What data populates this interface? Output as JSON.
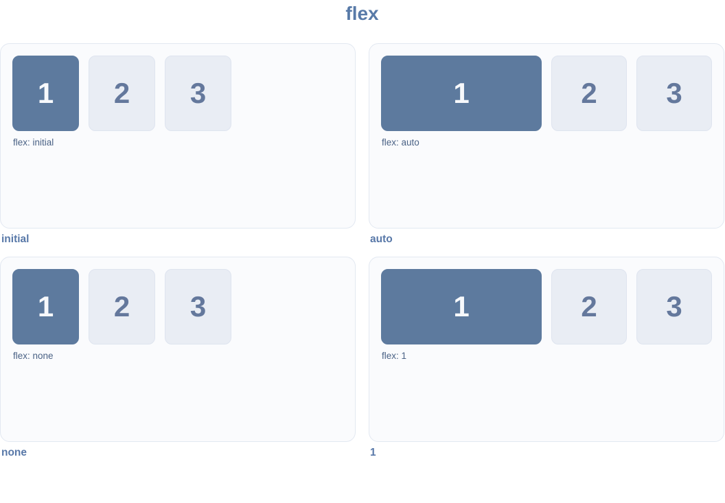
{
  "title": "flex",
  "panels": [
    {
      "caption": "flex: initial",
      "label": "initial",
      "items": [
        "1",
        "2",
        "3"
      ]
    },
    {
      "caption": "flex: auto",
      "label": "auto",
      "items": [
        "1",
        "2",
        "3"
      ]
    },
    {
      "caption": "flex: none",
      "label": "none",
      "items": [
        "1",
        "2",
        "3"
      ]
    },
    {
      "caption": "flex: 1",
      "label": "1",
      "items": [
        "1",
        "2",
        "3"
      ]
    }
  ],
  "colors": {
    "title": "#587aa8",
    "card_background": "#fafbfd",
    "card_border": "#e2e8f1",
    "item_primary_background": "#5d7a9e",
    "item_primary_text": "#f7f9fc",
    "item_background": "#e9edf4",
    "item_border": "#dee4ef",
    "item_text": "#64789c",
    "caption_text": "#4a6285",
    "label_text": "#5878a8"
  }
}
